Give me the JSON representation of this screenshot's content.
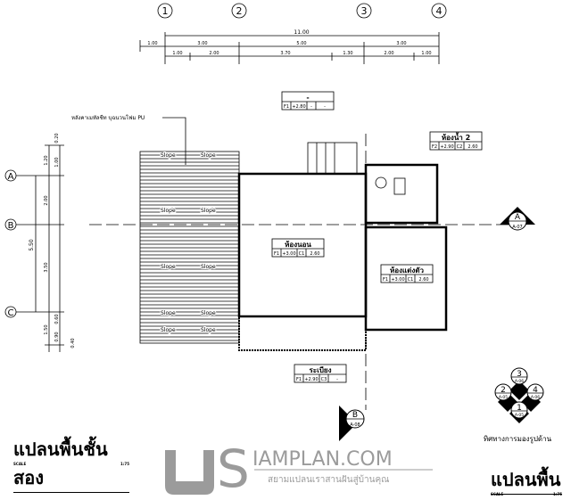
{
  "grid_columns": [
    "1",
    "2",
    "3",
    "4"
  ],
  "grid_rows": [
    "A",
    "B",
    "C"
  ],
  "dimensions_top": {
    "overall": "11.00",
    "level2": [
      "1.00",
      "3.00",
      "5.00",
      "3.00"
    ],
    "level3": [
      "1.00",
      "2.00",
      "3.70",
      "1.30",
      "2.00",
      "1.00"
    ]
  },
  "dimensions_left": {
    "overall": "5.50",
    "level2": [
      "1.20",
      "2.00",
      "3.50",
      "1.50"
    ],
    "level3": [
      "0.20",
      "1.00",
      "0.60",
      "0.90",
      "0.40"
    ]
  },
  "roof_note": "หลังคาเมทัลชีท บุฉนวนโฟม PU",
  "slope_label": "Slope",
  "rooms": [
    {
      "name": "-",
      "codes": [
        "F1",
        "+2.80",
        "-",
        "-"
      ]
    },
    {
      "name": "ห้องน้ำ 2",
      "codes": [
        "F2",
        "+2.90",
        "C2",
        "2.60"
      ]
    },
    {
      "name": "ห้องนอน",
      "codes": [
        "F1",
        "+3.00",
        "C1",
        "2.60"
      ]
    },
    {
      "name": "ห้องแต่งตัว",
      "codes": [
        "F1",
        "+3.00",
        "C1",
        "2.60"
      ]
    },
    {
      "name": "ระเบียง",
      "codes": [
        "F1",
        "+2.90",
        "C3",
        "-"
      ]
    }
  ],
  "section_marks": [
    {
      "letter": "A",
      "sheet": "A-07"
    },
    {
      "letter": "B",
      "sheet": "A-08"
    }
  ],
  "elevation_marks": [
    {
      "num": "3",
      "sheet": "A-06"
    },
    {
      "num": "2",
      "sheet": "A-05"
    },
    {
      "num": "4",
      "sheet": "A-06"
    },
    {
      "num": "1",
      "sheet": "A-05"
    }
  ],
  "elevation_caption": "ทิศทางการมองรูปด้าน",
  "plan_title": "แปลนพื้นชั้นสอง",
  "plan_scale_label": "SCALE",
  "plan_scale": "1:75",
  "plan_title_2": "แปลนพื้น",
  "plan_scale_2": "1:75",
  "logo": {
    "text": "SIAMPLAN.COM",
    "tagline": "สยามแปลนเราสานฝันสู่บ้านคุณ",
    "color": "#8a8a8a"
  }
}
